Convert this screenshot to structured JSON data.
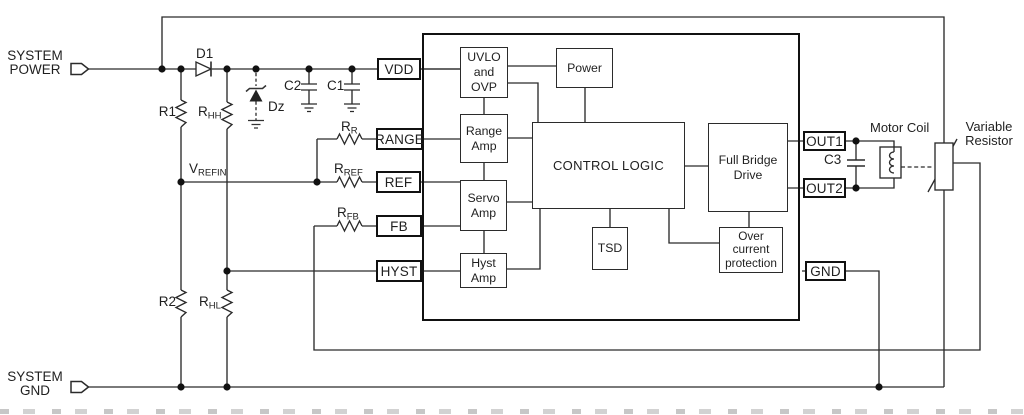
{
  "colors": {
    "line": "#2b2b2b",
    "text": "#1f1f1f",
    "background": "#ffffff"
  },
  "connectors": {
    "system_power": {
      "line1": "SYSTEM",
      "line2": "POWER"
    },
    "system_gnd": {
      "line1": "SYSTEM",
      "line2": "GND"
    }
  },
  "components": {
    "d1": "D1",
    "dz": "Dz",
    "c1": "C1",
    "c2": "C2",
    "c3": "C3",
    "r1": "R1",
    "r2": "R2",
    "rhh": {
      "base": "R",
      "sub": "HH"
    },
    "rhl": {
      "base": "R",
      "sub": "HL"
    },
    "rr": {
      "base": "R",
      "sub": "R"
    },
    "rref": {
      "base": "R",
      "sub": "REF"
    },
    "rfb": {
      "base": "R",
      "sub": "FB"
    },
    "vrefin": {
      "base": "V",
      "sub": "REFIN"
    },
    "motor_coil": "Motor Coil",
    "variable_resistor": {
      "line1": "Variable",
      "line2": "Resistor"
    }
  },
  "ic": {
    "pins": {
      "vdd": "VDD",
      "range": "RANGE",
      "ref": "REF",
      "fb": "FB",
      "hyst": "HYST",
      "out1": "OUT1",
      "out2": "OUT2",
      "gnd": "GND"
    },
    "blocks": {
      "uvlo": "UVLO\nand\nOVP",
      "power": "Power",
      "range_amp": "Range\nAmp",
      "servo_amp": "Servo\nAmp",
      "hyst_amp": "Hyst\nAmp",
      "control_logic": "CONTROL LOGIC",
      "tsd": "TSD",
      "full_bridge": "Full Bridge\nDrive",
      "over_current": "Over\ncurrent\nprotection"
    }
  }
}
